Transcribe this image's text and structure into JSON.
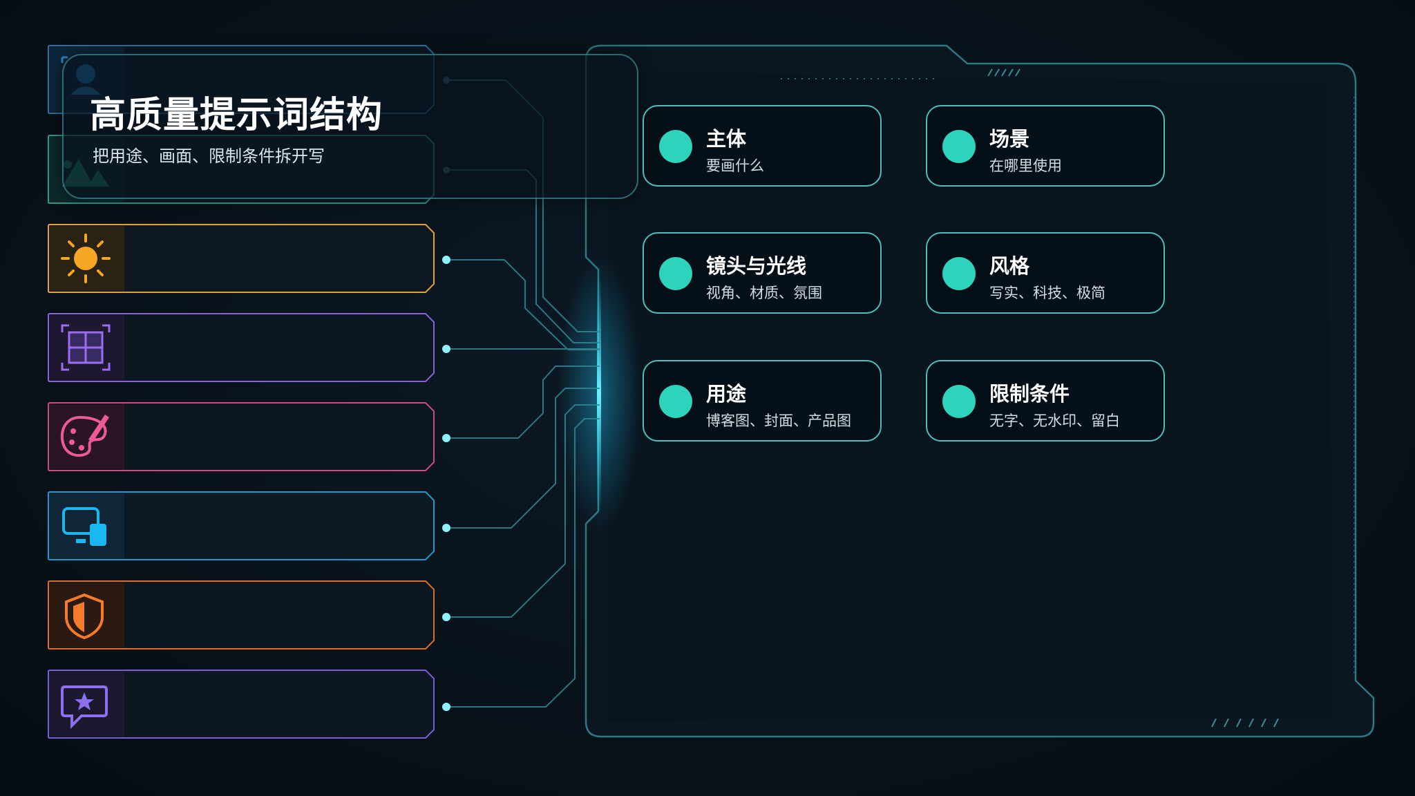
{
  "title": "高质量提示词结构",
  "subtitle": "把用途、画面、限制条件拆开写",
  "icons": [
    "user-icon",
    "mountain-icon",
    "sun-icon",
    "frame-icon",
    "palette-icon",
    "devices-icon",
    "shield-icon",
    "star-chat-icon"
  ],
  "colors": {
    "accent": "#2ed3bb",
    "card_border": "#4cc0bc",
    "sun": "#f5a623",
    "frame": "#9b6cf0",
    "palette": "#ec5a9a",
    "devices": "#1ab8f0",
    "shield": "#f57a2a",
    "chat": "#8e6ff0"
  },
  "cards": [
    {
      "label": "主体",
      "desc": "要画什么"
    },
    {
      "label": "场景",
      "desc": "在哪里使用"
    },
    {
      "label": "镜头与光线",
      "desc": "视角、材质、氛围"
    },
    {
      "label": "风格",
      "desc": "写实、科技、极简"
    },
    {
      "label": "用途",
      "desc": "博客图、封面、产品图"
    },
    {
      "label": "限制条件",
      "desc": "无字、无水印、留白"
    }
  ]
}
